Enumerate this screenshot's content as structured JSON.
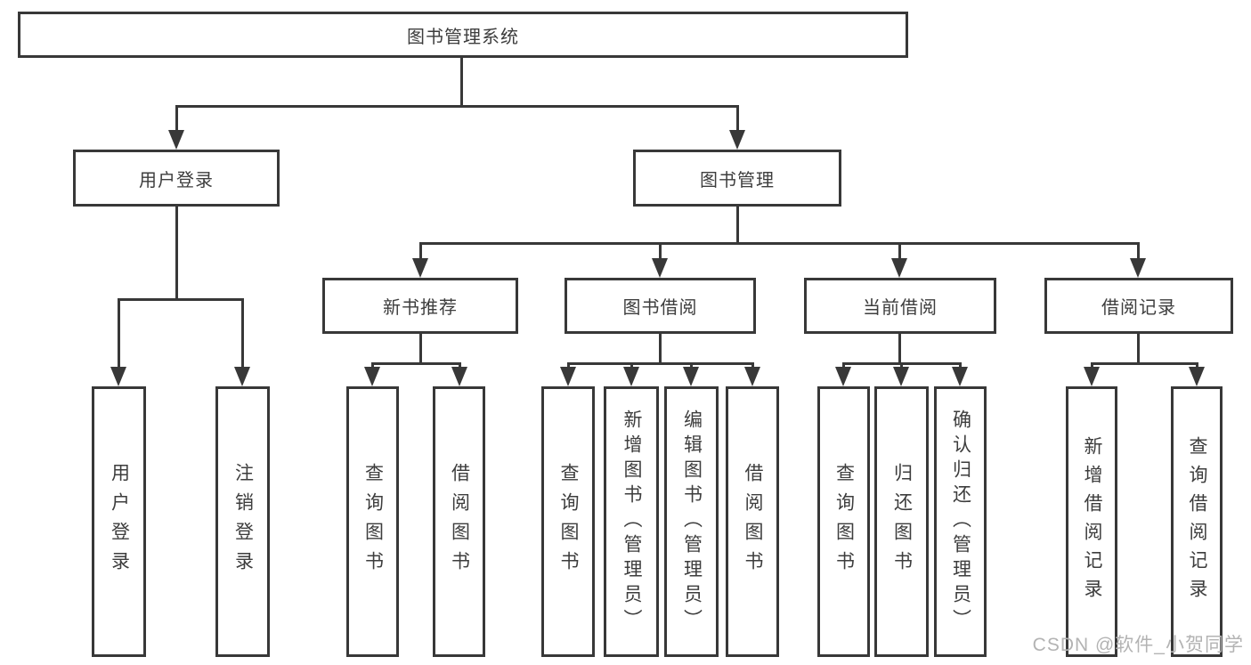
{
  "colors": {
    "line": "#383838",
    "text": "#3d3d3d",
    "background": "#ffffff",
    "watermark": "#b3b3b3"
  },
  "watermark": {
    "text": "CSDN @软件_小贺同学"
  },
  "tree": {
    "label": "图书管理系统",
    "children": [
      {
        "label": "用户登录",
        "children": [
          {
            "label": "用户登录"
          },
          {
            "label": "注销登录"
          }
        ]
      },
      {
        "label": "图书管理",
        "children": [
          {
            "label": "新书推荐",
            "children": [
              {
                "label": "查询图书"
              },
              {
                "label": "借阅图书"
              }
            ]
          },
          {
            "label": "图书借阅",
            "children": [
              {
                "label": "查询图书"
              },
              {
                "label": "新增图书（管理员）"
              },
              {
                "label": "编辑图书（管理员）"
              },
              {
                "label": "借阅图书"
              }
            ]
          },
          {
            "label": "当前借阅",
            "children": [
              {
                "label": "查询图书"
              },
              {
                "label": "归还图书"
              },
              {
                "label": "确认归还（管理员）"
              }
            ]
          },
          {
            "label": "借阅记录",
            "children": [
              {
                "label": "新增借阅记录"
              },
              {
                "label": "查询借阅记录"
              }
            ]
          }
        ]
      }
    ]
  }
}
